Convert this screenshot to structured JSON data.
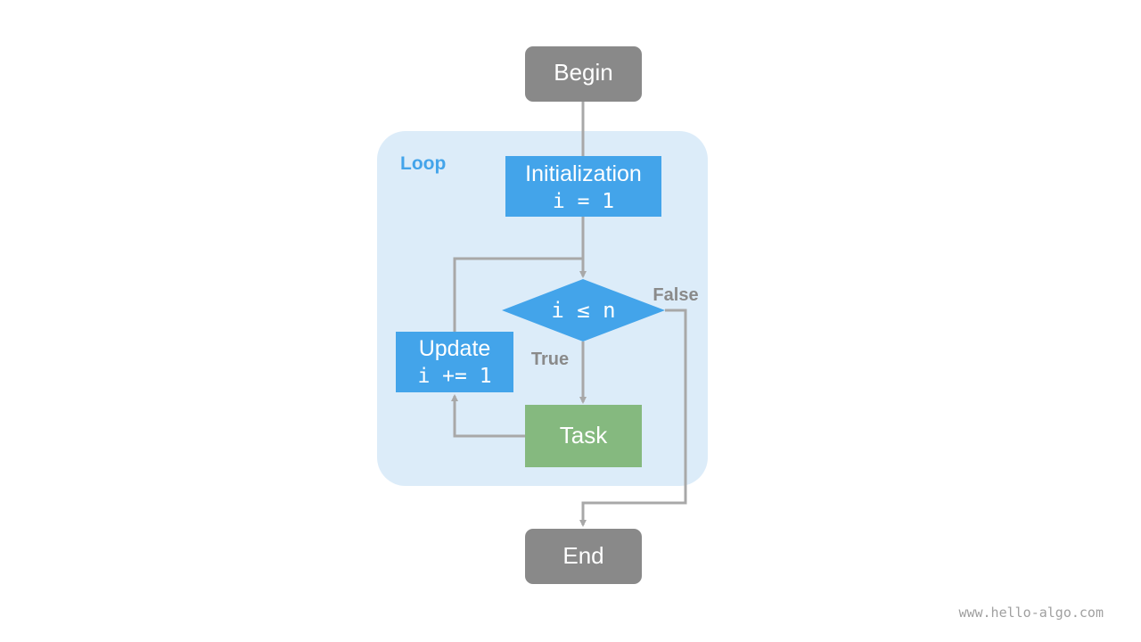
{
  "diagram": {
    "group_label": "Loop",
    "nodes": {
      "begin": {
        "label": "Begin"
      },
      "init": {
        "line1": "Initialization",
        "line2": "i = 1"
      },
      "condition": {
        "label": "i ≤ n"
      },
      "update": {
        "line1": "Update",
        "line2": "i += 1"
      },
      "task": {
        "label": "Task"
      },
      "end": {
        "label": "End"
      }
    },
    "edge_labels": {
      "true": "True",
      "false": "False"
    }
  },
  "watermark": "www.hello-algo.com",
  "colors": {
    "terminal": "#898989",
    "process": "#43a4ea",
    "task": "#85b97f",
    "loop_bg": "#dcecf9",
    "loop_label": "#43a4ea",
    "edge": "#a8a8a8",
    "edge_label": "#8a8a8a",
    "watermark": "#a0a0a0"
  }
}
